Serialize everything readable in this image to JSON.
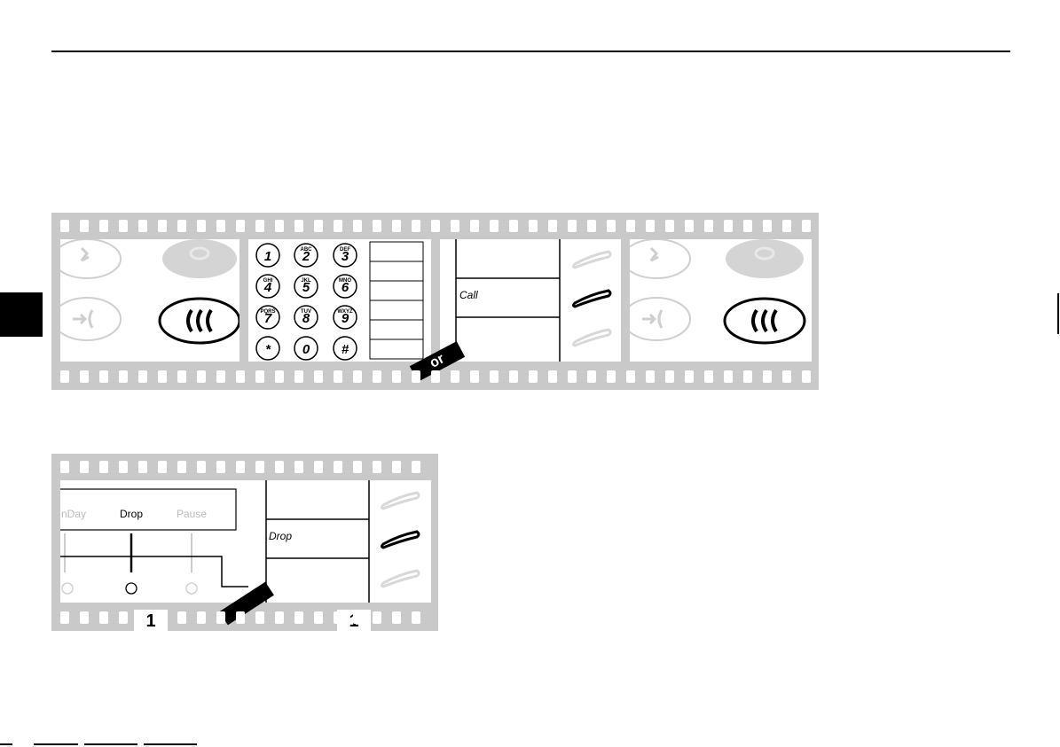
{
  "keypad": {
    "digits": [
      "1",
      "2",
      "3",
      "4",
      "5",
      "6",
      "7",
      "8",
      "9",
      "*",
      "0",
      "#"
    ],
    "letters": [
      "",
      "ABC",
      "DEF",
      "GHI",
      "JKL",
      "MNO",
      "PQRS",
      "TUV",
      "WXYZ",
      "",
      "",
      ""
    ]
  },
  "strip_top": {
    "or_label": "or",
    "call_label": "Call"
  },
  "strip_bottom": {
    "feature_labels": [
      "nDay",
      "Drop",
      "Pause"
    ],
    "drop_label": "Drop",
    "frame_number_left": "1",
    "frame_number_right": "1"
  }
}
